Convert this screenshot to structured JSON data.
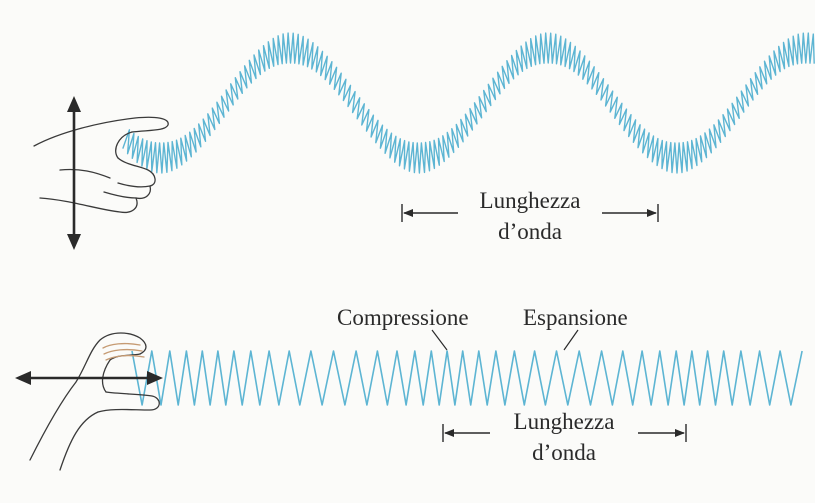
{
  "transverse": {
    "wavelength_label_line1": "Lunghezza",
    "wavelength_label_line2": "d’onda"
  },
  "longitudinal": {
    "compression_label": "Compressione",
    "expansion_label": "Espansione",
    "wavelength_label_line1": "Lunghezza",
    "wavelength_label_line2": "d’onda"
  },
  "colors": {
    "spring": "#5db5d3",
    "arrow": "#2a2a2a",
    "hand_outline": "#3a3a3a",
    "background": "#fbfbf9"
  }
}
